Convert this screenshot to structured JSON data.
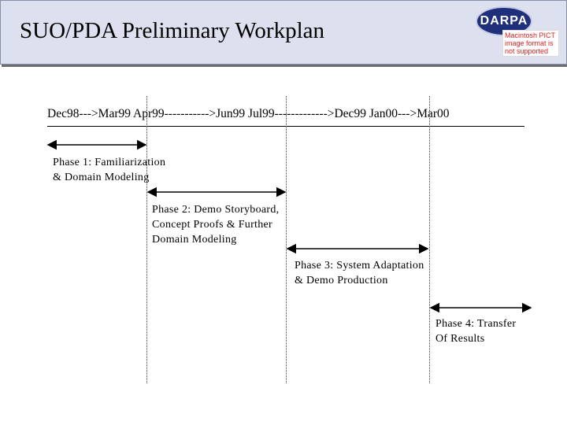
{
  "header": {
    "title": "SUO/PDA Preliminary Workplan",
    "logo_text": "DARPA",
    "pict_notice": "Macintosh PICT image format is not supported"
  },
  "timeline": {
    "periods_label": "Dec98--->Mar99  Apr99----------->Jun99  Jul99------------->Dec99 Jan00--->Mar00"
  },
  "phases": [
    {
      "line1": "Phase 1: Familiarization",
      "line2": "& Domain Modeling",
      "line3": ""
    },
    {
      "line1": "Phase 2: Demo Storyboard,",
      "line2": "Concept Proofs & Further",
      "line3": "Domain Modeling"
    },
    {
      "line1": "Phase 3: System Adaptation",
      "line2": "& Demo Production",
      "line3": ""
    },
    {
      "line1": "Phase 4: Transfer",
      "line2": "Of Results",
      "line3": ""
    }
  ],
  "colors": {
    "title_bar": "#dde1ef",
    "text": "#000000",
    "logo": "#1f2f7a"
  }
}
